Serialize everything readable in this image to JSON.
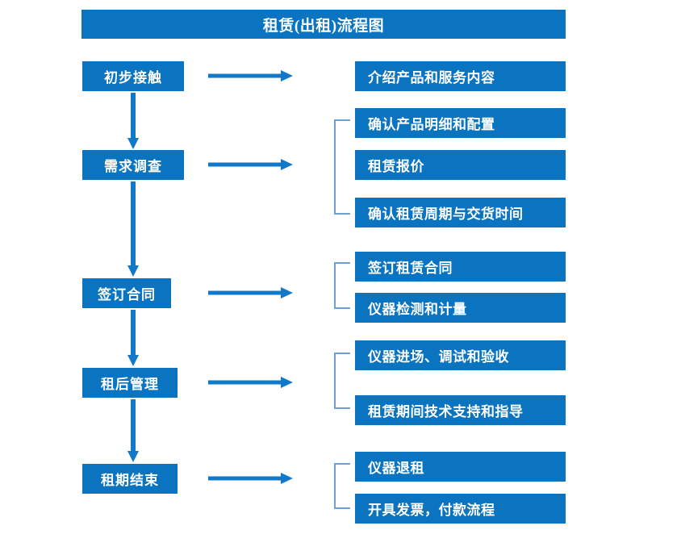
{
  "diagram": {
    "title": "租赁(出租)流程图",
    "colors": {
      "box_blue": "#0a74c0",
      "arrow_blue": "#1279c8",
      "bracket_blue": "#6f9fd2",
      "text_white": "#ffffff",
      "background": "#ffffff"
    },
    "stages": [
      {
        "id": "stage-1",
        "label": "初步接触"
      },
      {
        "id": "stage-2",
        "label": "需求调查"
      },
      {
        "id": "stage-3",
        "label": "签订合同"
      },
      {
        "id": "stage-4",
        "label": "租后管理"
      },
      {
        "id": "stage-5",
        "label": "租期结束"
      }
    ],
    "details": [
      {
        "id": "detail-1-1",
        "label": "介绍产品和服务内容"
      },
      {
        "id": "detail-2-1",
        "label": "确认产品明细和配置"
      },
      {
        "id": "detail-2-2",
        "label": "租赁报价"
      },
      {
        "id": "detail-2-3",
        "label": "确认租赁周期与交货时间"
      },
      {
        "id": "detail-3-1",
        "label": "签订租赁合同"
      },
      {
        "id": "detail-3-2",
        "label": "仪器检测和计量"
      },
      {
        "id": "detail-4-1",
        "label": "仪器进场、调试和验收"
      },
      {
        "id": "detail-4-2",
        "label": "租赁期间技术支持和指导"
      },
      {
        "id": "detail-5-1",
        "label": "仪器退租"
      },
      {
        "id": "detail-5-2",
        "label": "开具发票，付款流程"
      }
    ],
    "icons": {
      "right_arrow": "right-arrow-icon",
      "down_arrow": "down-arrow-icon",
      "bracket": "group-bracket-icon"
    }
  }
}
